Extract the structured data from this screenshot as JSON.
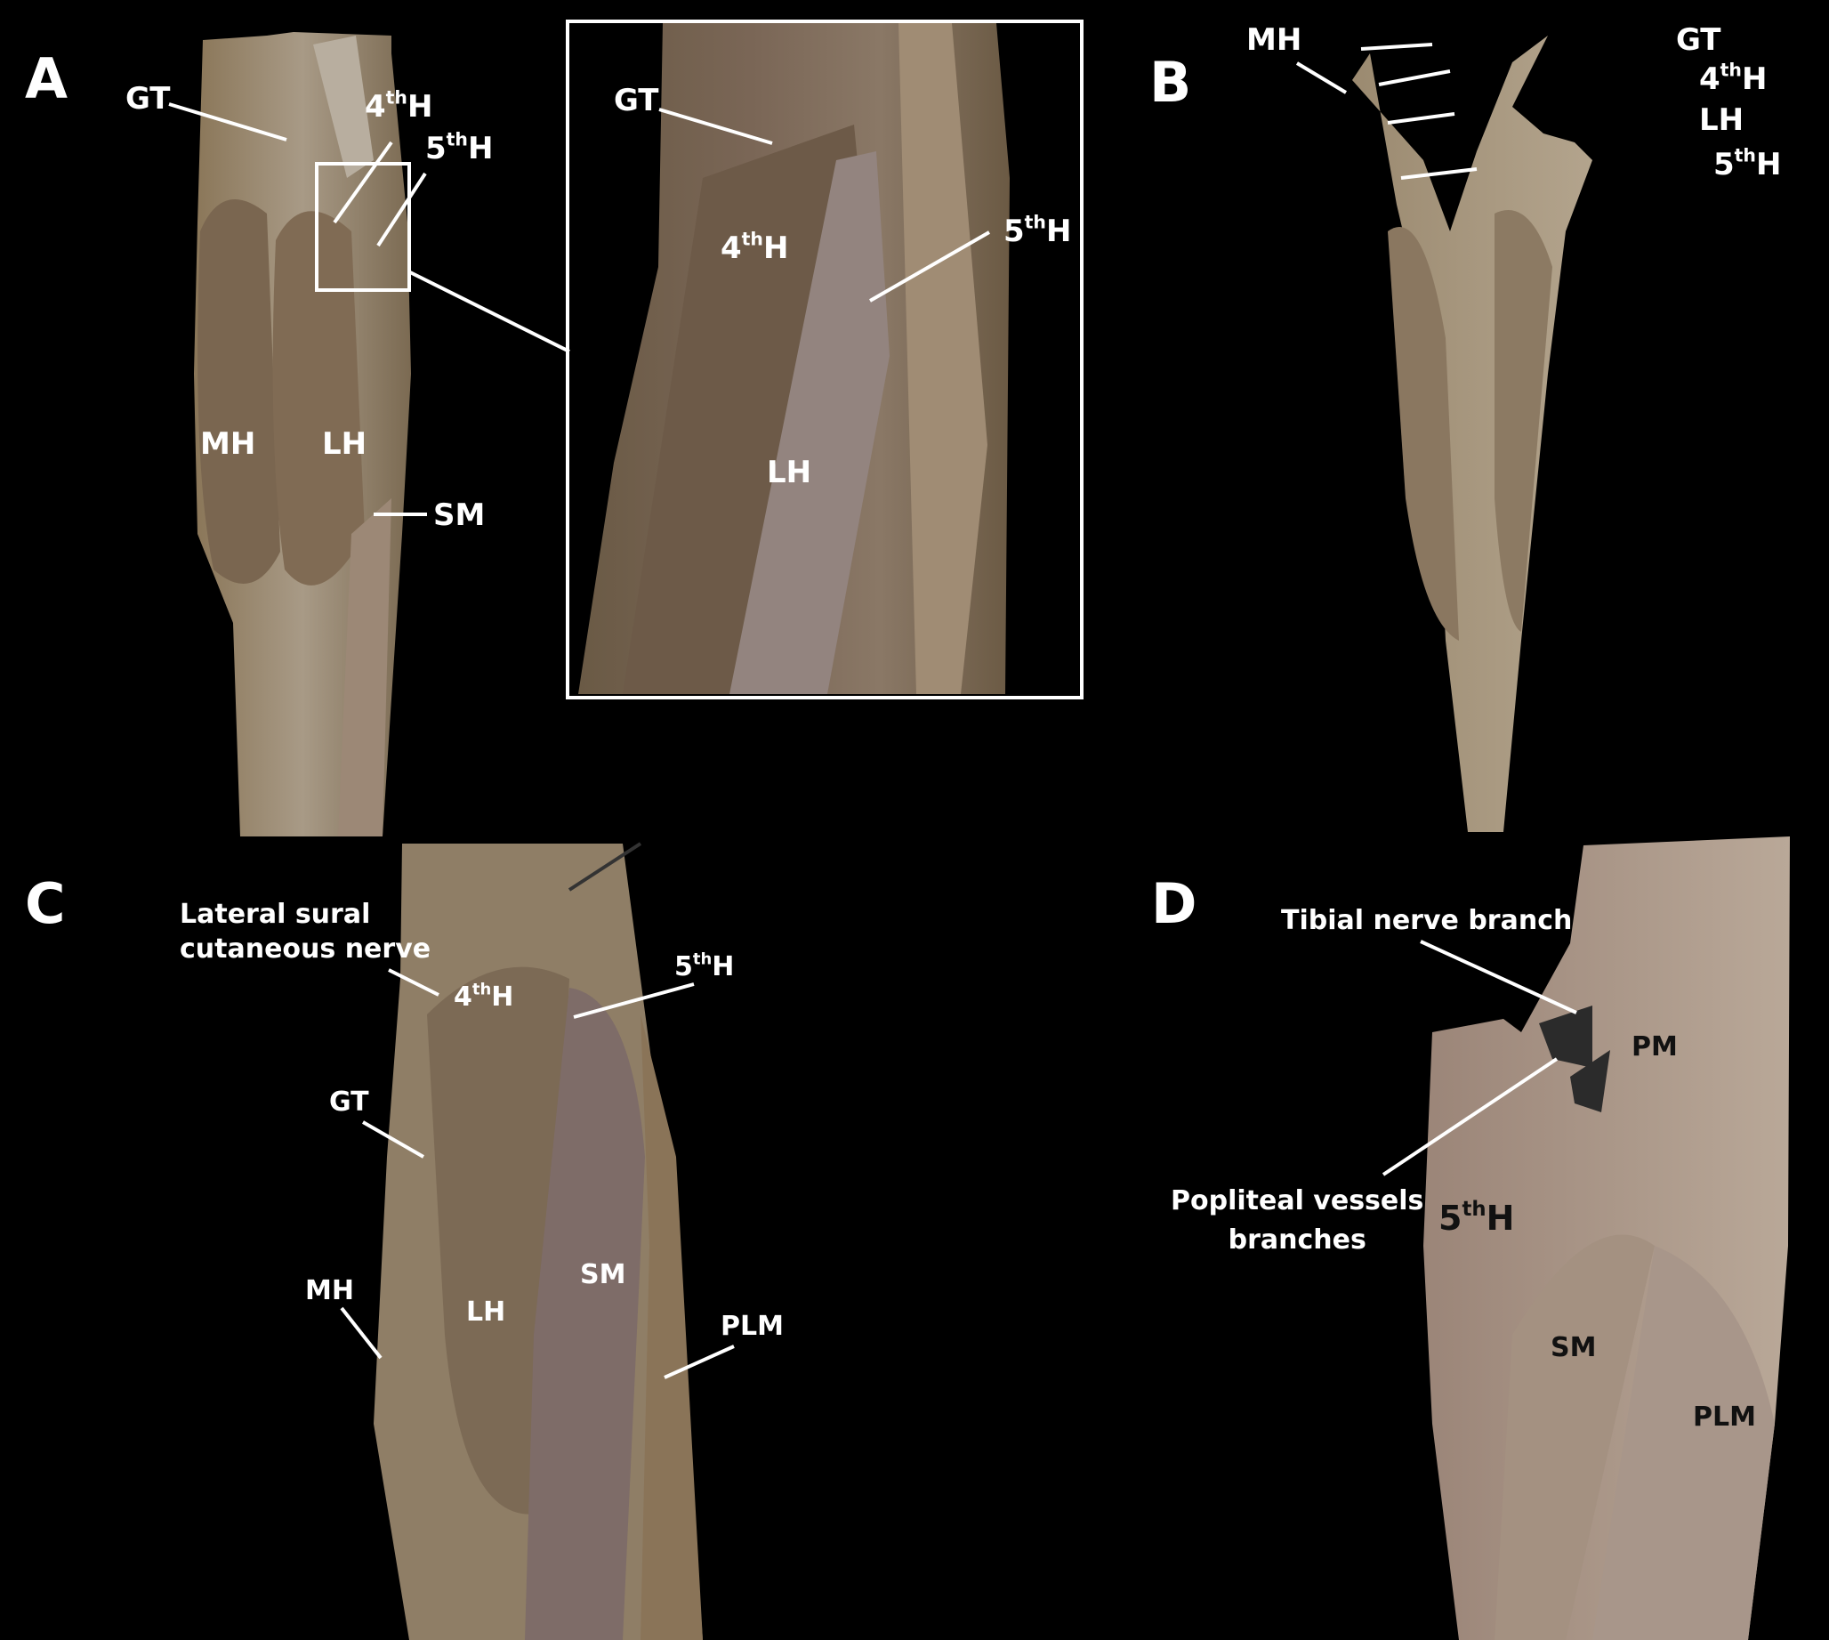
{
  "figure": {
    "background_color": "#000000",
    "label_color": "#ffffff",
    "dark_label_color": "#111111",
    "panels": {
      "A": {
        "letter": "A",
        "labels": {
          "gt": "GT",
          "fourth_head_num": "4",
          "fourth_head_sup": "th",
          "fourth_head_suffix": "H",
          "fifth_head_num": "5",
          "fifth_head_sup": "th",
          "fifth_head_suffix": "H",
          "mh": "MH",
          "lh": "LH",
          "sm": "SM"
        },
        "inset": {
          "labels": {
            "gt": "GT",
            "fourth_head_num": "4",
            "fourth_head_sup": "th",
            "fourth_head_suffix": "H",
            "fifth_head_num": "5",
            "fifth_head_sup": "th",
            "fifth_head_suffix": "H",
            "lh": "LH"
          }
        }
      },
      "B": {
        "letter": "B",
        "labels": {
          "mh": "MH",
          "gt": "GT",
          "fourth_head_num": "4",
          "fourth_head_sup": "th",
          "fourth_head_suffix": "H",
          "lh": "LH",
          "fifth_head_num": "5",
          "fifth_head_sup": "th",
          "fifth_head_suffix": "H"
        }
      },
      "C": {
        "letter": "C",
        "labels": {
          "lateral_sural_line1": "Lateral sural",
          "lateral_sural_line2": "cutaneous nerve",
          "fourth_head_num": "4",
          "fourth_head_sup": "th",
          "fourth_head_suffix": "H",
          "fifth_head_num": "5",
          "fifth_head_sup": "th",
          "fifth_head_suffix": "H",
          "gt": "GT",
          "mh": "MH",
          "lh": "LH",
          "sm": "SM",
          "plm": "PLM"
        }
      },
      "D": {
        "letter": "D",
        "labels": {
          "tibial_nerve": "Tibial nerve branch",
          "pm": "PM",
          "popliteal_line1": "Popliteal vessels",
          "popliteal_line2": "branches",
          "fifth_head_num": "5",
          "fifth_head_sup": "th",
          "fifth_head_suffix": "H",
          "sm": "SM",
          "plm": "PLM"
        }
      }
    }
  }
}
